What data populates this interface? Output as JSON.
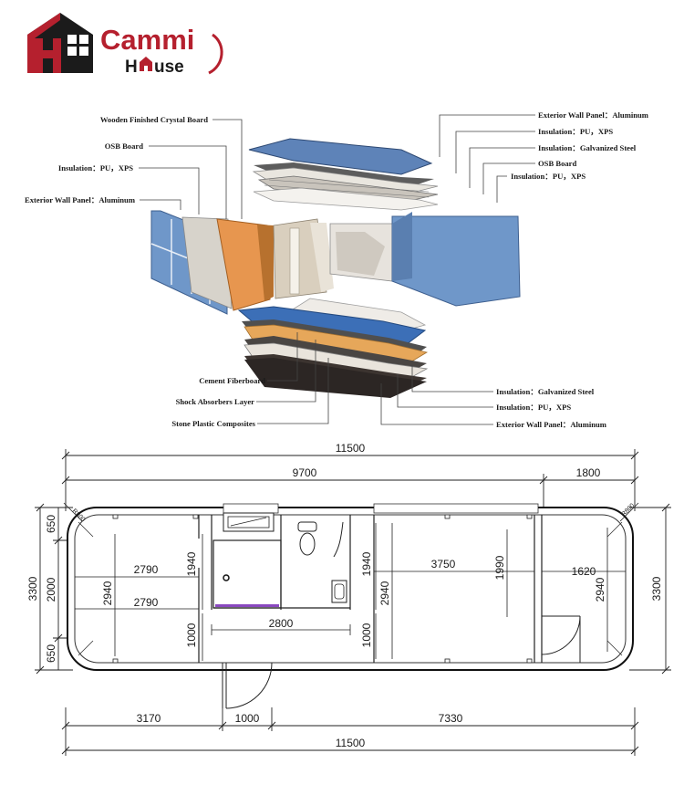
{
  "brand": {
    "name_top": "Cammi",
    "name_bottom_left": "H",
    "name_bottom_right": "use",
    "colors": {
      "red": "#b5202e",
      "dark": "#1b1b1b"
    }
  },
  "exploded_view": {
    "left_labels": [
      "Wooden Finished Crystal Board",
      "OSB Board",
      "Insulation：PU，XPS",
      "Exterior Wall Panel：Aluminum"
    ],
    "right_labels": [
      "Exterior Wall Panel：Aluminum",
      "Insulation：PU，XPS",
      "Insulation：Galvanized Steel",
      "OSB Board",
      "Insulation：PU，XPS"
    ],
    "bottom_left_labels": [
      "Cement Fiberboard",
      "Shock Absorbers Layer",
      "Stone Plastic Composites"
    ],
    "bottom_right_labels": [
      "Insulation：Galvanized Steel",
      "Insulation：PU，XPS",
      "Exterior Wall Panel：Aluminum"
    ],
    "colors": {
      "panel_blue": "#6f97c9",
      "wood": "#e7964f",
      "floor_blue": "#3c6fb7",
      "floor_orange": "#e6a75a",
      "floor_dark": "#3c3430"
    }
  },
  "floor_plan": {
    "top_dims": {
      "overall": "11500",
      "left": "9700",
      "right": "1800"
    },
    "bottom_dims": {
      "a": "3170",
      "b": "1000",
      "c": "7330",
      "overall": "11500"
    },
    "left_dims": {
      "overall": "3300",
      "top": "650",
      "mid": "2000",
      "bottom": "650"
    },
    "right_dims": {
      "overall": "3300"
    },
    "corner_radius_labels": [
      "R800",
      "R800"
    ],
    "interior_dims": {
      "bedroom_w1": "2790",
      "bedroom_w2": "2790",
      "bedroom_h": "2940",
      "bath_h": "1940",
      "corridor_h": "1000",
      "corridor_w": "2800",
      "bath2_h": "1940",
      "corridor2_h": "1000",
      "living_h": "2940",
      "living_w": "3750",
      "living_v": "1990",
      "end_w": "1620",
      "end_h": "2940"
    }
  }
}
